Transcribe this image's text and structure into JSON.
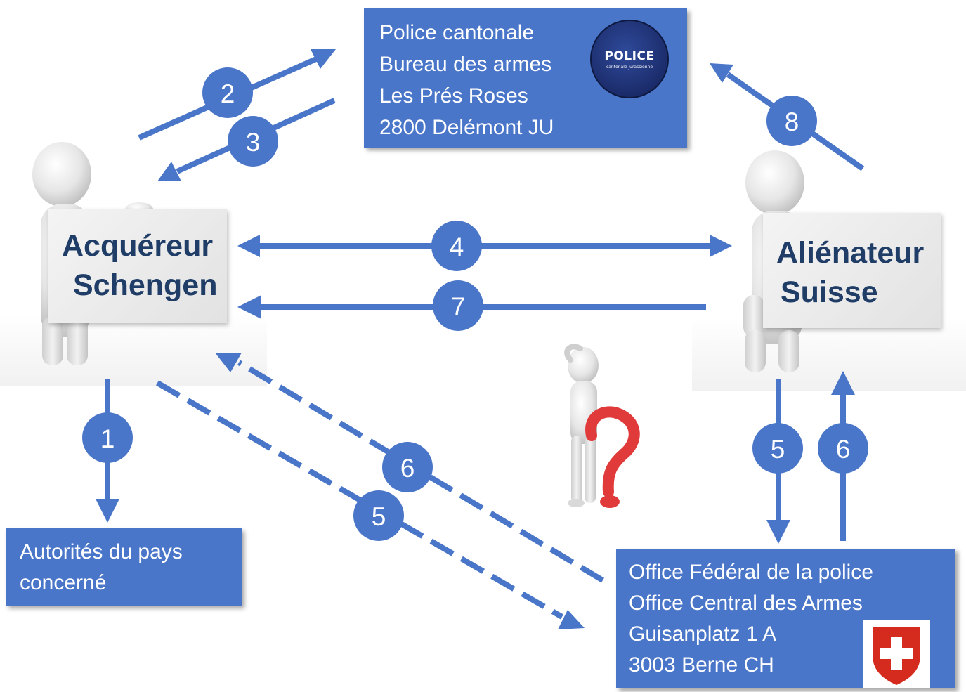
{
  "colors": {
    "arrow": "#4a76c9",
    "box": "#4a76c9",
    "box_text": "#ffffff",
    "sign_text": "#1f3d66",
    "question_mark": "#e03a3a",
    "swiss_red": "#d52b1e"
  },
  "police_box": {
    "lines": [
      "Police cantonale",
      "Bureau des armes",
      "Les Prés Roses",
      "2800 Delémont JU"
    ],
    "logo_text": "POLICE",
    "logo_subtext": "cantonale jurassienne"
  },
  "acquereur_sign": {
    "line1": "Acquéreur",
    "line2": "Schengen"
  },
  "alienateur_sign": {
    "line1": "Aliénateur",
    "line2": "Suisse"
  },
  "autorites_box": {
    "lines": [
      "Autorités du pays",
      "concerné"
    ]
  },
  "office_box": {
    "lines": [
      "Office Fédéral de la police",
      "Office Central des Armes",
      "Guisanplatz 1 A",
      "3003 Berne CH"
    ]
  },
  "icons": {
    "person": "person-figure-icon",
    "thinking": "thinking-person-icon",
    "question": "question-mark-icon",
    "police_logo": "police-logo-icon",
    "swiss_coat": "swiss-coat-of-arms-icon"
  },
  "steps": {
    "s1": "1",
    "s2": "2",
    "s3": "3",
    "s4": "4",
    "s5a": "5",
    "s5b": "5",
    "s6a": "6",
    "s6b": "6",
    "s7": "7",
    "s8": "8"
  }
}
